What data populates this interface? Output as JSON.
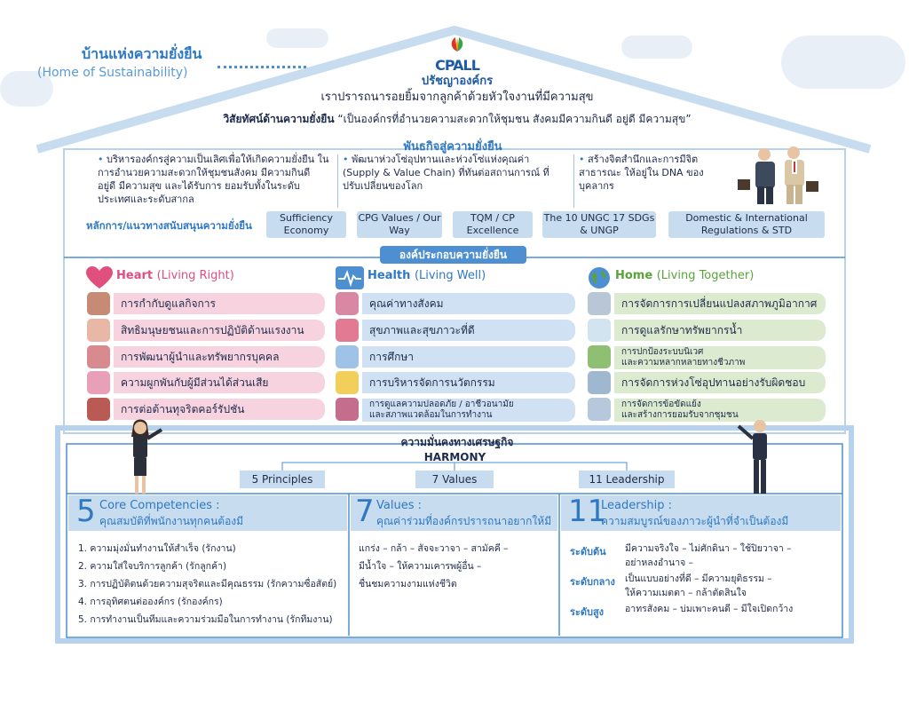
{
  "header": {
    "title_th": "บ้านแห่งความยั่งยืน",
    "title_en": "(Home of Sustainability)",
    "logo": "CPALL",
    "philosophy_title": "ปรัชญาองค์กร",
    "philosophy_text": "เราปรารถนารอยยิ้มจากลูกค้าด้วยหัวใจงานที่มีความสุข",
    "vision_label": "วิสัยทัศน์ด้านความยั่งยืน",
    "vision_text": "“เป็นองค์กรที่อำนวยความสะดวกให้ชุมชน สังคมมีความกินดี อยู่ดี มีความสุข”"
  },
  "mission": {
    "title": "พันธกิจสู่ความยั่งยืน",
    "items": [
      "บริหารองค์กรสู่ความเป็นเลิศเพื่อให้เกิดความยั่งยืน ในการอำนวยความสะดวกให้ชุมชนสังคม มีความกินดี อยู่ดี มีความสุข และได้รับการ ยอมรับทั้งในระดับประเทศและระดับสากล",
      "พัฒนาห่วงโซ่อุปทานและห่วงโซ่แห่งคุณค่า (Supply & Value Chain) ที่ทันต่อสถานการณ์ ที่ปรับเปลี่ยนของโลก",
      "สร้างจิตสำนึกและการมีจิตสาธารณะ ให้อยู่ใน DNA ของบุคลากร"
    ]
  },
  "principles": {
    "label": "หลักการ/แนวทางสนับสนุนความยั่งยืน",
    "items": [
      "Sufficiency Economy",
      "CPG Values / Our Way",
      "TQM / CP Excellence",
      "The 10 UNGC 17 SDGs & UNGP",
      "Domestic & International Regulations & STD"
    ]
  },
  "elements": {
    "title": "องค์ประกอบความยั่งยืน",
    "heart": {
      "name": "Heart",
      "sub": "(Living Right)",
      "items": [
        "การกำกับดูแลกิจการ",
        "สิทธิมนุษยชนและการปฏิบัติด้านแรงงาน",
        "การพัฒนาผู้นำและทรัพยากรบุคคล",
        "ความผูกพันกับผู้มีส่วนได้ส่วนเสีย",
        "การต่อต้านทุจริตคอร์รัปชัน"
      ]
    },
    "health": {
      "name": "Health",
      "sub": "(Living Well)",
      "items": [
        "คุณค่าทางสังคม",
        "สุขภาพและสุขภาวะที่ดี",
        "การศึกษา",
        "การบริหารจัดการนวัตกรรม"
      ],
      "item5_line1": "การดูแลความปลอดภัย / อาชีวอนามัย",
      "item5_line2": "และสภาพแวดล้อมในการทำงาน"
    },
    "home": {
      "name": "Home",
      "sub": "(Living Together)",
      "item1": "การจัดการการเปลี่ยนแปลงสภาพภูมิอากาศ",
      "item2": "การดูแลรักษาทรัพยากรน้ำ",
      "item3_line1": "การปกป้องระบบนิเวศ",
      "item3_line2": "และความหลากหลายทางชีวภาพ",
      "item4": "การจัดการห่วงโซ่อุปทานอย่างรับผิดชอบ",
      "item5_line1": "การจัดการข้อขัดแย้ง",
      "item5_line2": "และสร้างการยอมรับจากชุมชน"
    }
  },
  "foundation": {
    "economy": "ความมั่นคงทางเศรษฐกิจ",
    "harmony": "HARMONY",
    "pillars": [
      "5 Principles",
      "7 Values",
      "11 Leadership"
    ]
  },
  "competencies": {
    "number": "5",
    "title": "Core Competencies :",
    "subtitle": "คุณสมบัติที่พนักงานทุกคนต้องมี",
    "items": [
      "1. ความมุ่งมั่นทำงานให้สำเร็จ (รักงาน)",
      "2. ความใส่ใจบริการลูกค้า (รักลูกค้า)",
      "3. การปฏิบัติตนด้วยความสุจริตและมีคุณธรรม (รักความซื่อสัตย์)",
      "4. การอุทิศตนต่อองค์กร (รักองค์กร)",
      "5. การทำงานเป็นทีมและความร่วมมือในการทำงาน (รักทีมงาน)"
    ]
  },
  "values": {
    "number": "7",
    "title": "Values :",
    "subtitle": "คุณค่าร่วมที่องค์กรปรารถนาอยากให้มี",
    "lines": [
      "แกร่ง – กล้า – สัจจะวาจา – สามัคคี –",
      "มีน้ำใจ – ให้ความเคารพผู้อื่น –",
      "ชื่นชมความงามแห่งชีวิต"
    ]
  },
  "leadership": {
    "number": "11",
    "title": "Leadership :",
    "subtitle": "ความสมบูรณ์ของภาวะผู้นำที่จำเป็นต้องมี",
    "levels": [
      {
        "label": "ระดับต้น",
        "line1": "มีความจริงใจ – ไม่ศักดินา – ใช้ปิยวาจา –",
        "line2": "อย่าหลงอำนาจ –"
      },
      {
        "label": "ระดับกลาง",
        "line1": "เป็นแบบอย่างที่ดี – มีความยุติธรรม –",
        "line2": "ให้ความเมตตา – กล้าตัดสินใจ"
      },
      {
        "label": "ระดับสูง",
        "line1": "อาทรสังคม – บ่มเพาะคนดี – มีใจเปิดกว้าง",
        "line2": ""
      }
    ]
  },
  "colors": {
    "blue": "#2f78c2",
    "heart_pink": "#e04f7e",
    "heart_row": "#f7d3df",
    "health_row": "#cfe1f3",
    "home_green": "#5aa33c",
    "home_row": "#dcebcf"
  }
}
